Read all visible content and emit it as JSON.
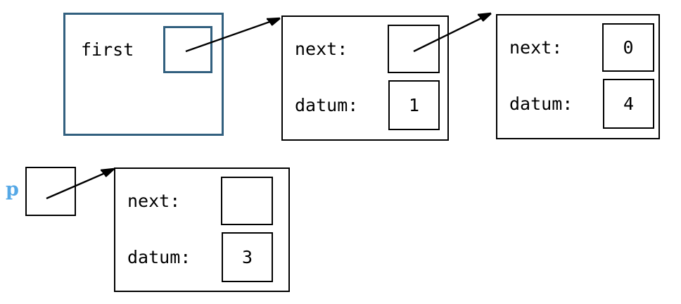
{
  "diagram": {
    "title": "linked-list-pointer-diagram",
    "colors": {
      "node_border": "#000000",
      "first_border": "#32607f",
      "pointer_label": "#55a8e6",
      "arrow": "#000000",
      "background": "#ffffff"
    },
    "variables": [
      {
        "id": "first",
        "label": "first",
        "label_style": "monospace-black",
        "slot_value": "",
        "highlighted": true
      },
      {
        "id": "p",
        "label": "p",
        "label_style": "serif-bold-blue",
        "slot_value": "",
        "highlighted": false
      }
    ],
    "nodes": [
      {
        "id": "node-1",
        "next_label": "next:",
        "next_value": "",
        "datum_label": "datum:",
        "datum_value": "1"
      },
      {
        "id": "node-2",
        "next_label": "next:",
        "next_value": "0",
        "datum_label": "datum:",
        "datum_value": "4"
      },
      {
        "id": "node-p",
        "next_label": "next:",
        "next_value": "",
        "datum_label": "datum:",
        "datum_value": "3"
      }
    ],
    "arrows": [
      {
        "id": "arrow-first-to-node1",
        "from": "first.slot",
        "to": "node-1"
      },
      {
        "id": "arrow-node1-to-node2",
        "from": "node-1.next",
        "to": "node-2"
      },
      {
        "id": "arrow-p-to-nodep",
        "from": "p.slot",
        "to": "node-p"
      }
    ]
  }
}
